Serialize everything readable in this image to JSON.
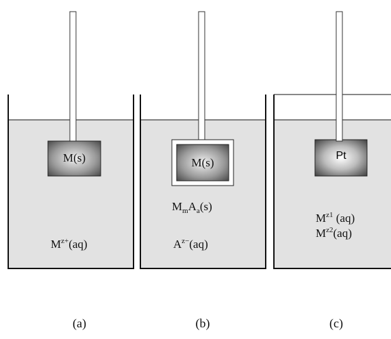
{
  "panels": [
    {
      "id": "a",
      "caption": "(a)",
      "electrode_label": "M(s)",
      "solution": {
        "base": "M",
        "sup": "z+",
        "suffix": "(aq)"
      }
    },
    {
      "id": "b",
      "caption": "(b)",
      "electrode_label": "M(s)",
      "coating": {
        "p1": "M",
        "s1": "m",
        "p2": "A",
        "s2": "a",
        "suffix": "(s)"
      },
      "solution": {
        "base": "A",
        "sup": "z−",
        "suffix": "(aq)"
      }
    },
    {
      "id": "c",
      "caption": "(c)",
      "electrode_label": "Pt",
      "solution_line1": {
        "base": "M",
        "sup": "z1",
        "suffix": " (aq)"
      },
      "solution_line2": {
        "base": "M",
        "sup": "z2",
        "suffix": "(aq)"
      }
    }
  ]
}
